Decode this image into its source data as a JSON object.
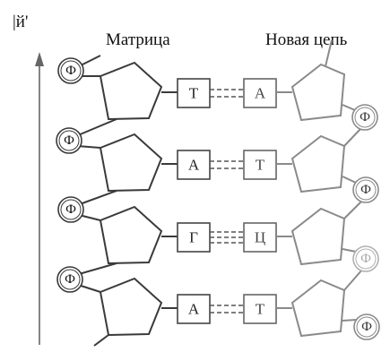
{
  "corner_mark": "|й'",
  "left_strand_label": "Матрица",
  "right_strand_label": "Новая цепь",
  "phosphate_label": "Ф",
  "pairs": [
    {
      "left": "Т",
      "right": "А",
      "bonds": 2
    },
    {
      "left": "А",
      "right": "Т",
      "bonds": 2
    },
    {
      "left": "Г",
      "right": "Ц",
      "bonds": 3
    },
    {
      "left": "А",
      "right": "Т",
      "bonds": 2
    }
  ],
  "colors": {
    "template_strand": "#3a3a3a",
    "new_strand": "#8a8a8a",
    "faint_phosphate": "#b0b0b0"
  }
}
